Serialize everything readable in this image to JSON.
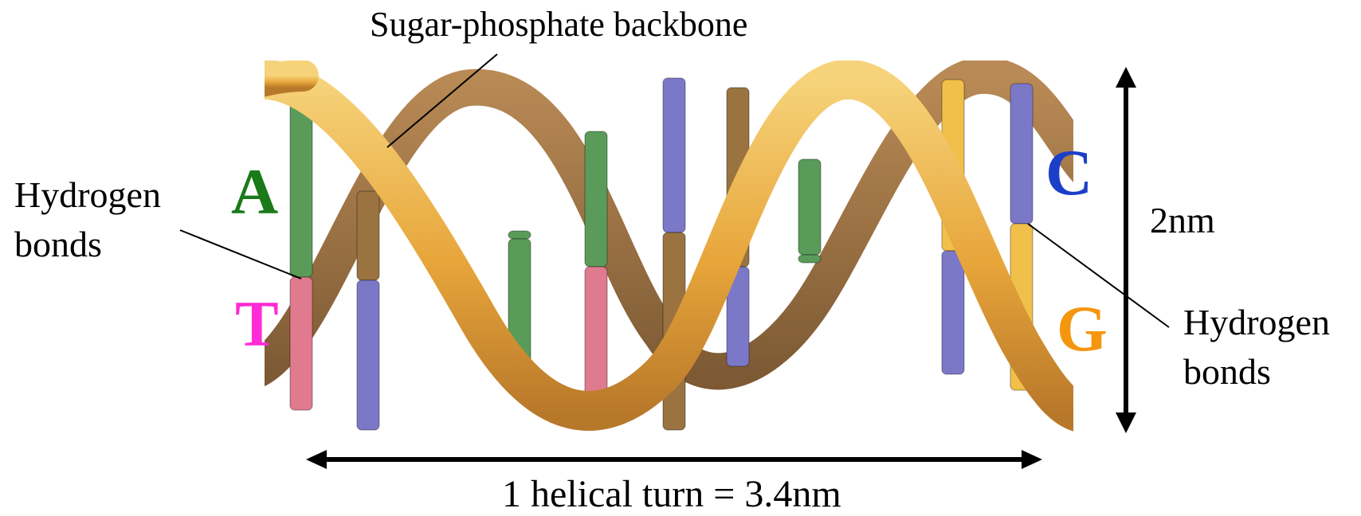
{
  "labels": {
    "backbone": "Sugar-phosphate backbone",
    "hbonds_left_1": "Hydrogen",
    "hbonds_left_2": "bonds",
    "hbonds_right_1": "Hydrogen",
    "hbonds_right_2": "bonds",
    "width_measure": "2nm",
    "turn_measure": "1 helical turn = 3.4nm"
  },
  "bases": {
    "a": {
      "letter": "A",
      "color": "#1a7a1a"
    },
    "t": {
      "letter": "T",
      "color": "#ff2bd6"
    },
    "c": {
      "letter": "C",
      "color": "#1c3fc8"
    },
    "g": {
      "letter": "G",
      "color": "#f5960f"
    }
  },
  "colors": {
    "backbone_front": "#e9a93c",
    "backbone_back": "#9a7340",
    "adenine": "#5a9b5a",
    "thymine": "#e07a8e",
    "cytosine": "#7c78c8",
    "guanine": "#f1c04a"
  }
}
